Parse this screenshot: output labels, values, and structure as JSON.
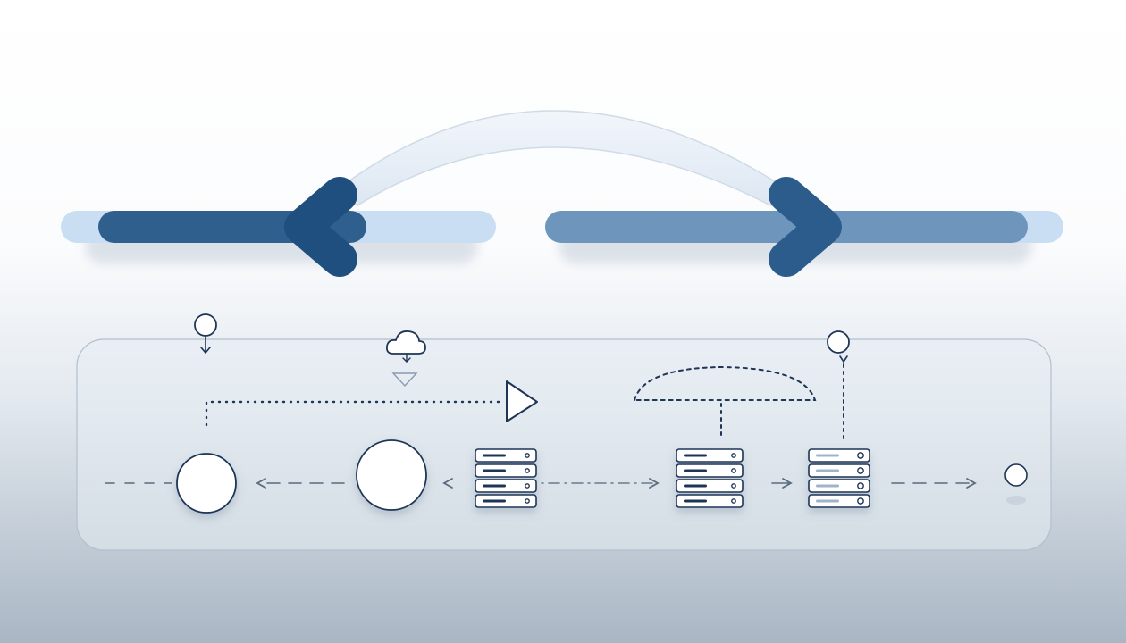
{
  "diagram": {
    "colors": {
      "background_top": "#ffffff",
      "background_bottom": "#a9b6c4",
      "bar_dark": "#2e5f8d",
      "bar_medium": "#6e96bd",
      "bar_glow": "#c7dcf2",
      "arrow_head": "#1f4f7e",
      "arc": "#e7eef7",
      "outline": "#1f3556",
      "connector": "#4f5f73"
    },
    "top": {
      "left_bar": {
        "direction": "left",
        "icon": "chevron-left-icon"
      },
      "right_bar": {
        "direction": "right",
        "icon": "chevron-right-icon"
      },
      "arc": {
        "from": "left",
        "to": "right"
      }
    },
    "panel": {
      "nodes": [
        {
          "id": "node-1",
          "kind": "circle",
          "size": "medium"
        },
        {
          "id": "node-2",
          "kind": "circle",
          "size": "large"
        },
        {
          "id": "server-1",
          "kind": "server-stack",
          "units": 4
        },
        {
          "id": "server-2",
          "kind": "server-stack",
          "units": 4
        },
        {
          "id": "server-3",
          "kind": "server-stack",
          "units": 4
        },
        {
          "id": "node-3",
          "kind": "circle",
          "size": "small"
        }
      ],
      "markers": [
        {
          "id": "pin-1",
          "icon": "location-pin-icon"
        },
        {
          "id": "cloud-1",
          "icon": "cloud-icon"
        },
        {
          "id": "pin-2",
          "icon": "location-pin-icon"
        }
      ],
      "connectors": [
        "dashed",
        "dashed-arrow-left",
        "dash-dot-arrow-right",
        "arrow-right",
        "dashed-arrow-right",
        "dotted-elbow",
        "dotted-dome"
      ]
    }
  }
}
